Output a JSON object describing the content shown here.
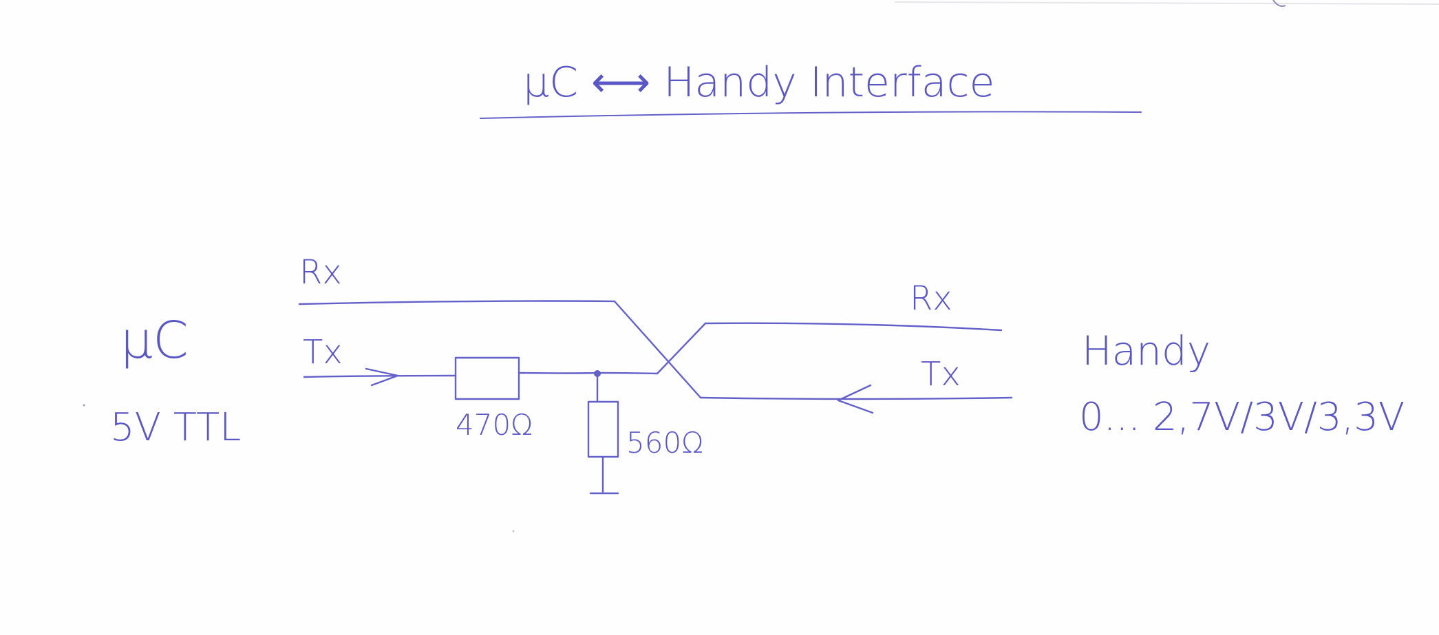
{
  "title": "μC ⟷ Handy Interface",
  "left_device": {
    "name": "μC",
    "voltage": "5V TTL"
  },
  "right_device": {
    "name": "Handy",
    "voltage": "0... 2,7V/3V/3,3V"
  },
  "signals": {
    "left_rx": "Rx",
    "left_tx": "Tx",
    "right_rx": "Rx",
    "right_tx": "Tx"
  },
  "components": {
    "series_resistor": "470Ω",
    "shunt_resistor": "560Ω"
  },
  "colors": {
    "ink": "#5a56c4",
    "paper": "#fefefe"
  }
}
